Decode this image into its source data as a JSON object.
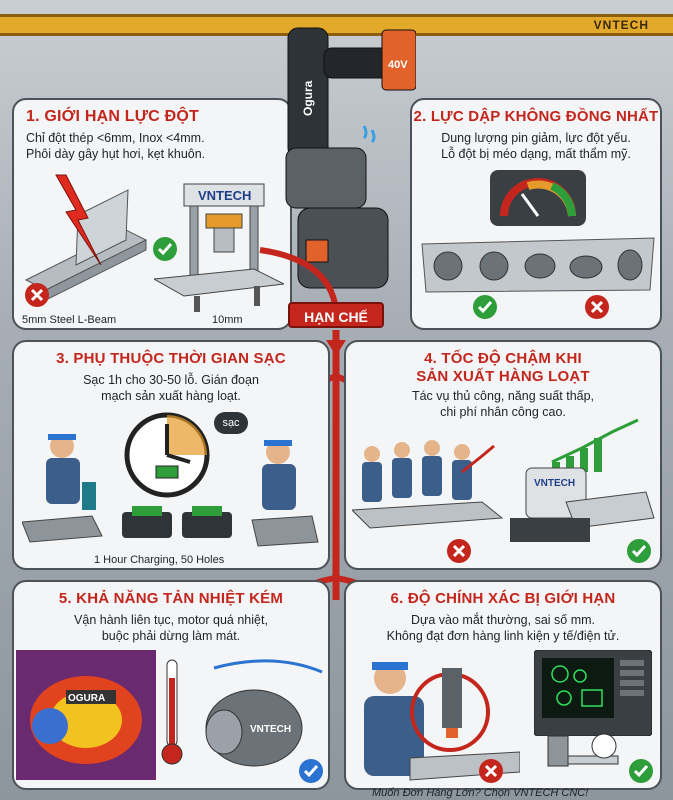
{
  "header": {
    "beam_label": "VNTECH"
  },
  "center": {
    "label": "HẠN CHẾ",
    "tool_brand": "Ogura",
    "battery": "40V"
  },
  "panels": [
    {
      "title": "1. GIỚI HẠN LỰC ĐỘT",
      "text": [
        "Chỉ đột thép <6mm, Inox <4mm.",
        "Phôi dày gây hụt hơi, kẹt khuôn."
      ],
      "captions": [
        "5mm Steel L-Beam",
        "10mm"
      ],
      "machine_brand": "VNTECH"
    },
    {
      "title": "2. LỰC DẬP KHÔNG ĐỒNG NHẤT",
      "text": [
        "Dung lượng pin giảm, lực đột yếu.",
        "Lỗ đột bị méo dạng, mất thẩm mỹ."
      ]
    },
    {
      "title": "3. PHỤ THUỘC THỜI GIAN SẠC",
      "text": [
        "Sạc 1h cho 30-50 lỗ. Gián đoạn",
        "mạch sản xuất hàng loạt."
      ],
      "captions": [
        "1 Hour Charging, 50 Holes"
      ],
      "bubble": "sạc"
    },
    {
      "title": [
        "4. TỐC ĐỘ CHẬM KHI",
        "SẢN XUẤT HÀNG LOẠT"
      ],
      "text": [
        "Tác vụ thủ công, năng suất thấp,",
        "chi phí nhân công cao."
      ],
      "machine_brand": "VNTECH"
    },
    {
      "title": "5. KHẢ NĂNG TẢN NHIỆT KÉM",
      "text": [
        "Vận hành liên tục, motor quá nhiệt,",
        "buộc phải dừng làm mát."
      ],
      "motor_brands": [
        "OGURA",
        "VNTECH"
      ]
    },
    {
      "title": "6. ĐỘ CHÍNH XÁC BỊ GIỚI HẠN",
      "text": [
        "Dựa vào mắt thường, sai số mm.",
        "Không đạt đơn hàng linh kiện y tế/điện tử."
      ]
    }
  ],
  "footer": "Muốn Đơn Hàng Lớn? Chọn VNTECH CNC!",
  "colors": {
    "red": "#c4261d",
    "green": "#2e9e3a",
    "blue": "#2a73d1",
    "panel": "#f4f5f6"
  }
}
